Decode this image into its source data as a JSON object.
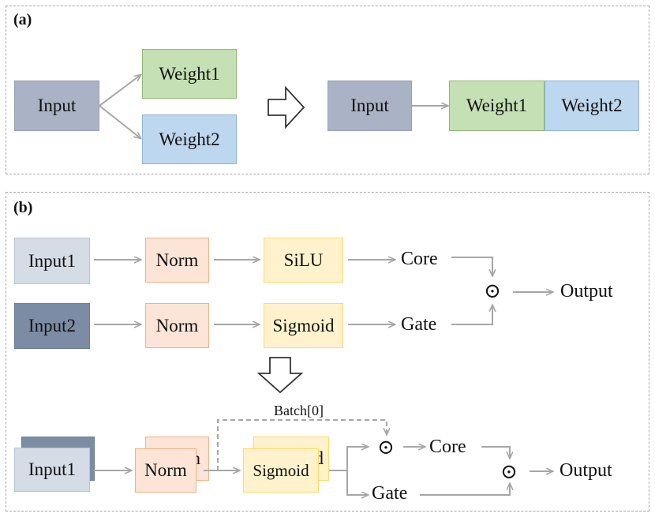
{
  "panel_a": {
    "label": "(a)",
    "left": {
      "input": "Input",
      "weight1": "Weight1",
      "weight2": "Weight2"
    },
    "right": {
      "input": "Input",
      "weight1": "Weight1",
      "weight2": "Weight2"
    }
  },
  "panel_b": {
    "label": "(b)",
    "top": {
      "input1": "Input1",
      "input2": "Input2",
      "norm1": "Norm",
      "norm2": "Norm",
      "silu": "SiLU",
      "sigmoid": "Sigmoid",
      "core": "Core",
      "gate": "Gate",
      "odot": "⊙",
      "output": "Output"
    },
    "bottom": {
      "input1": "Input1",
      "norm_back_fragment": "n",
      "norm": "Norm",
      "sigmoid_back_fragment": "d",
      "sigmoid": "Sigmoid",
      "batch": "Batch[0]",
      "odot1": "⊙",
      "core": "Core",
      "gate": "Gate",
      "odot2": "⊙",
      "output": "Output"
    }
  }
}
